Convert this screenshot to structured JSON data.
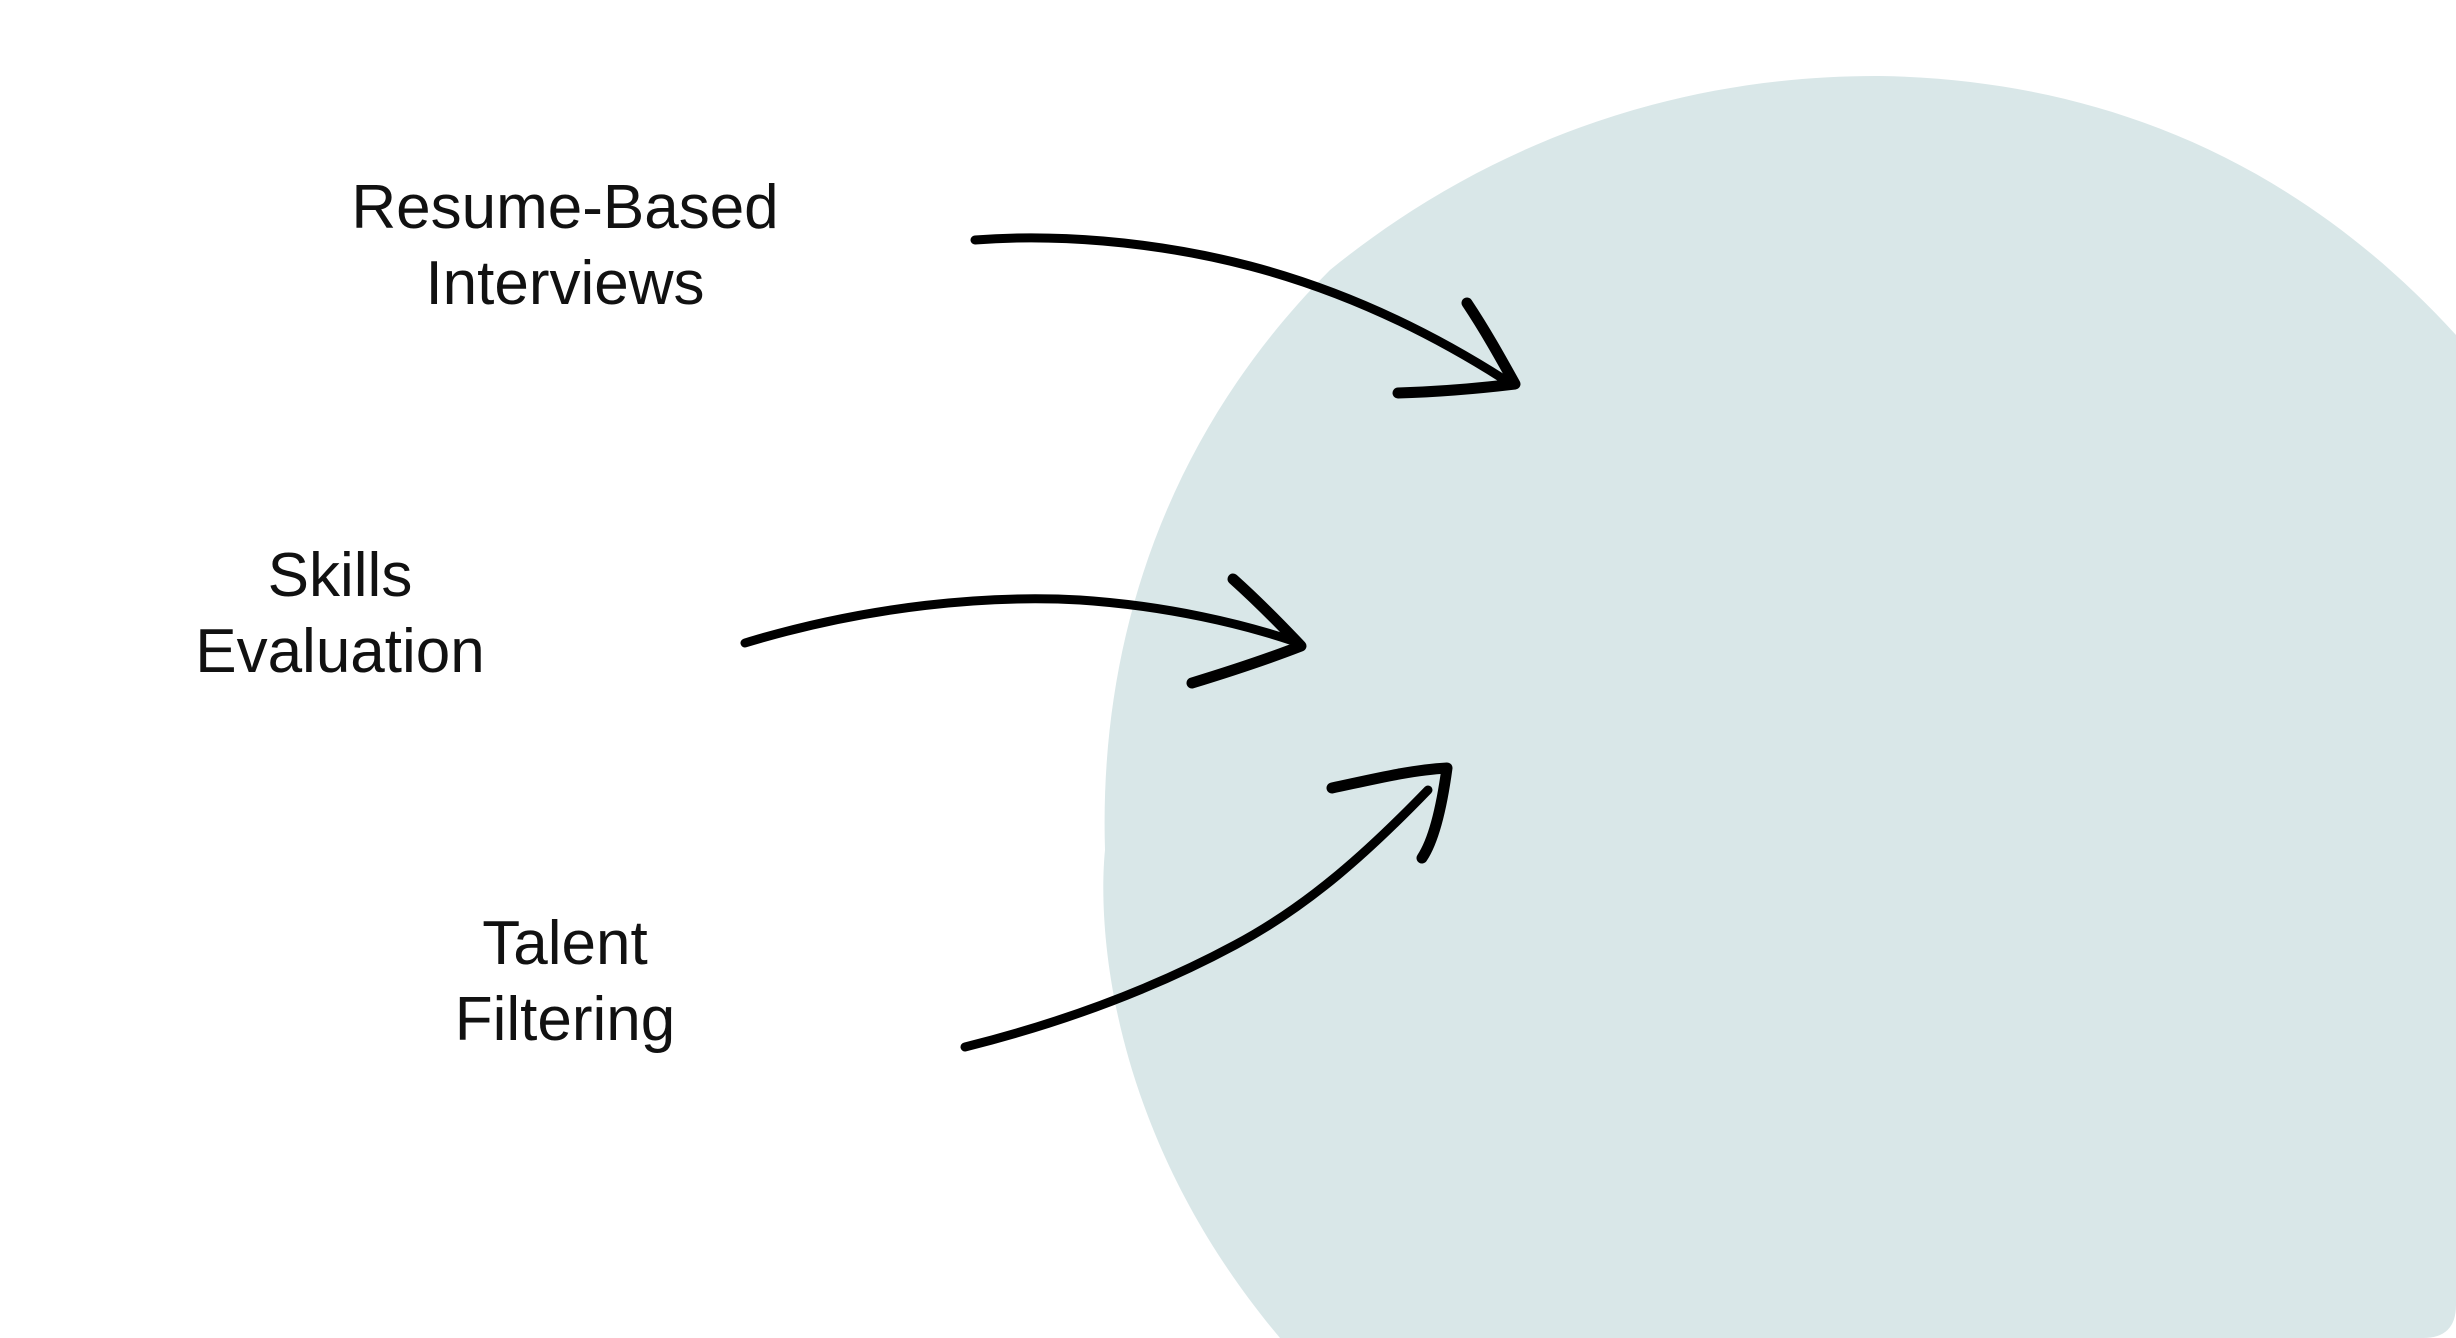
{
  "diagram": {
    "circle_color": "#d9e7e8",
    "arrow_color": "#000000",
    "text_color": "#111111",
    "labels": [
      {
        "line1": "Resume-Based",
        "line2": "Interviews"
      },
      {
        "line1": "Skills",
        "line2": "Evaluation"
      },
      {
        "line1": "Talent",
        "line2": "Filtering"
      }
    ]
  }
}
